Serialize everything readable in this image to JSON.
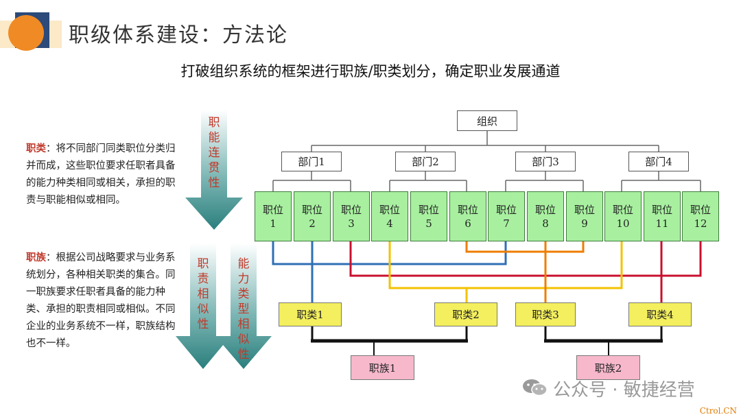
{
  "header": {
    "title": "职级体系建设：方法论",
    "subtitle": "打破组织系统的框架进行职族/职类划分，确定职业发展通道"
  },
  "left_text": {
    "category": {
      "term": "职类",
      "body": "：将不同部门同类职位分类归并而成，这些职位要求任职者具备的能力种类相同或相关，承担的职责与职能相似或相同。"
    },
    "family": {
      "term": "职族",
      "body": "：根据公司战略要求与业务系统划分，各种相关职类的集合。同一职族要求任职者具备的能力种类、承担的职责相同或相似。不同企业的业务系统不一样，职族结构也不一样。"
    }
  },
  "arrows": {
    "function_continuity": "职能连贯性",
    "duty_similarity": "职责相似性",
    "ability_similarity": "能力类型相似性"
  },
  "diagram": {
    "org": "组织",
    "departments": [
      "部门1",
      "部门2",
      "部门3",
      "部门4"
    ],
    "positions": [
      {
        "label": "职位",
        "num": "1"
      },
      {
        "label": "职位",
        "num": "2"
      },
      {
        "label": "职位",
        "num": "3"
      },
      {
        "label": "职位",
        "num": "4"
      },
      {
        "label": "职位",
        "num": "5"
      },
      {
        "label": "职位",
        "num": "6"
      },
      {
        "label": "职位",
        "num": "7"
      },
      {
        "label": "职位",
        "num": "8"
      },
      {
        "label": "职位",
        "num": "9"
      },
      {
        "label": "职位",
        "num": "10"
      },
      {
        "label": "职位",
        "num": "11"
      },
      {
        "label": "职位",
        "num": "12"
      }
    ],
    "categories": [
      "职类1",
      "职类2",
      "职类3",
      "职类4"
    ],
    "families": [
      "职族1",
      "职族2"
    ],
    "line_colors": {
      "blue": "#2e6fb5",
      "red": "#c8102e",
      "yellow": "#f2c200",
      "orange": "#ee7d00",
      "thick": "#111111"
    }
  },
  "watermark": "公众号 · 敏捷经营",
  "corner_tag": "Ctrol.CN"
}
